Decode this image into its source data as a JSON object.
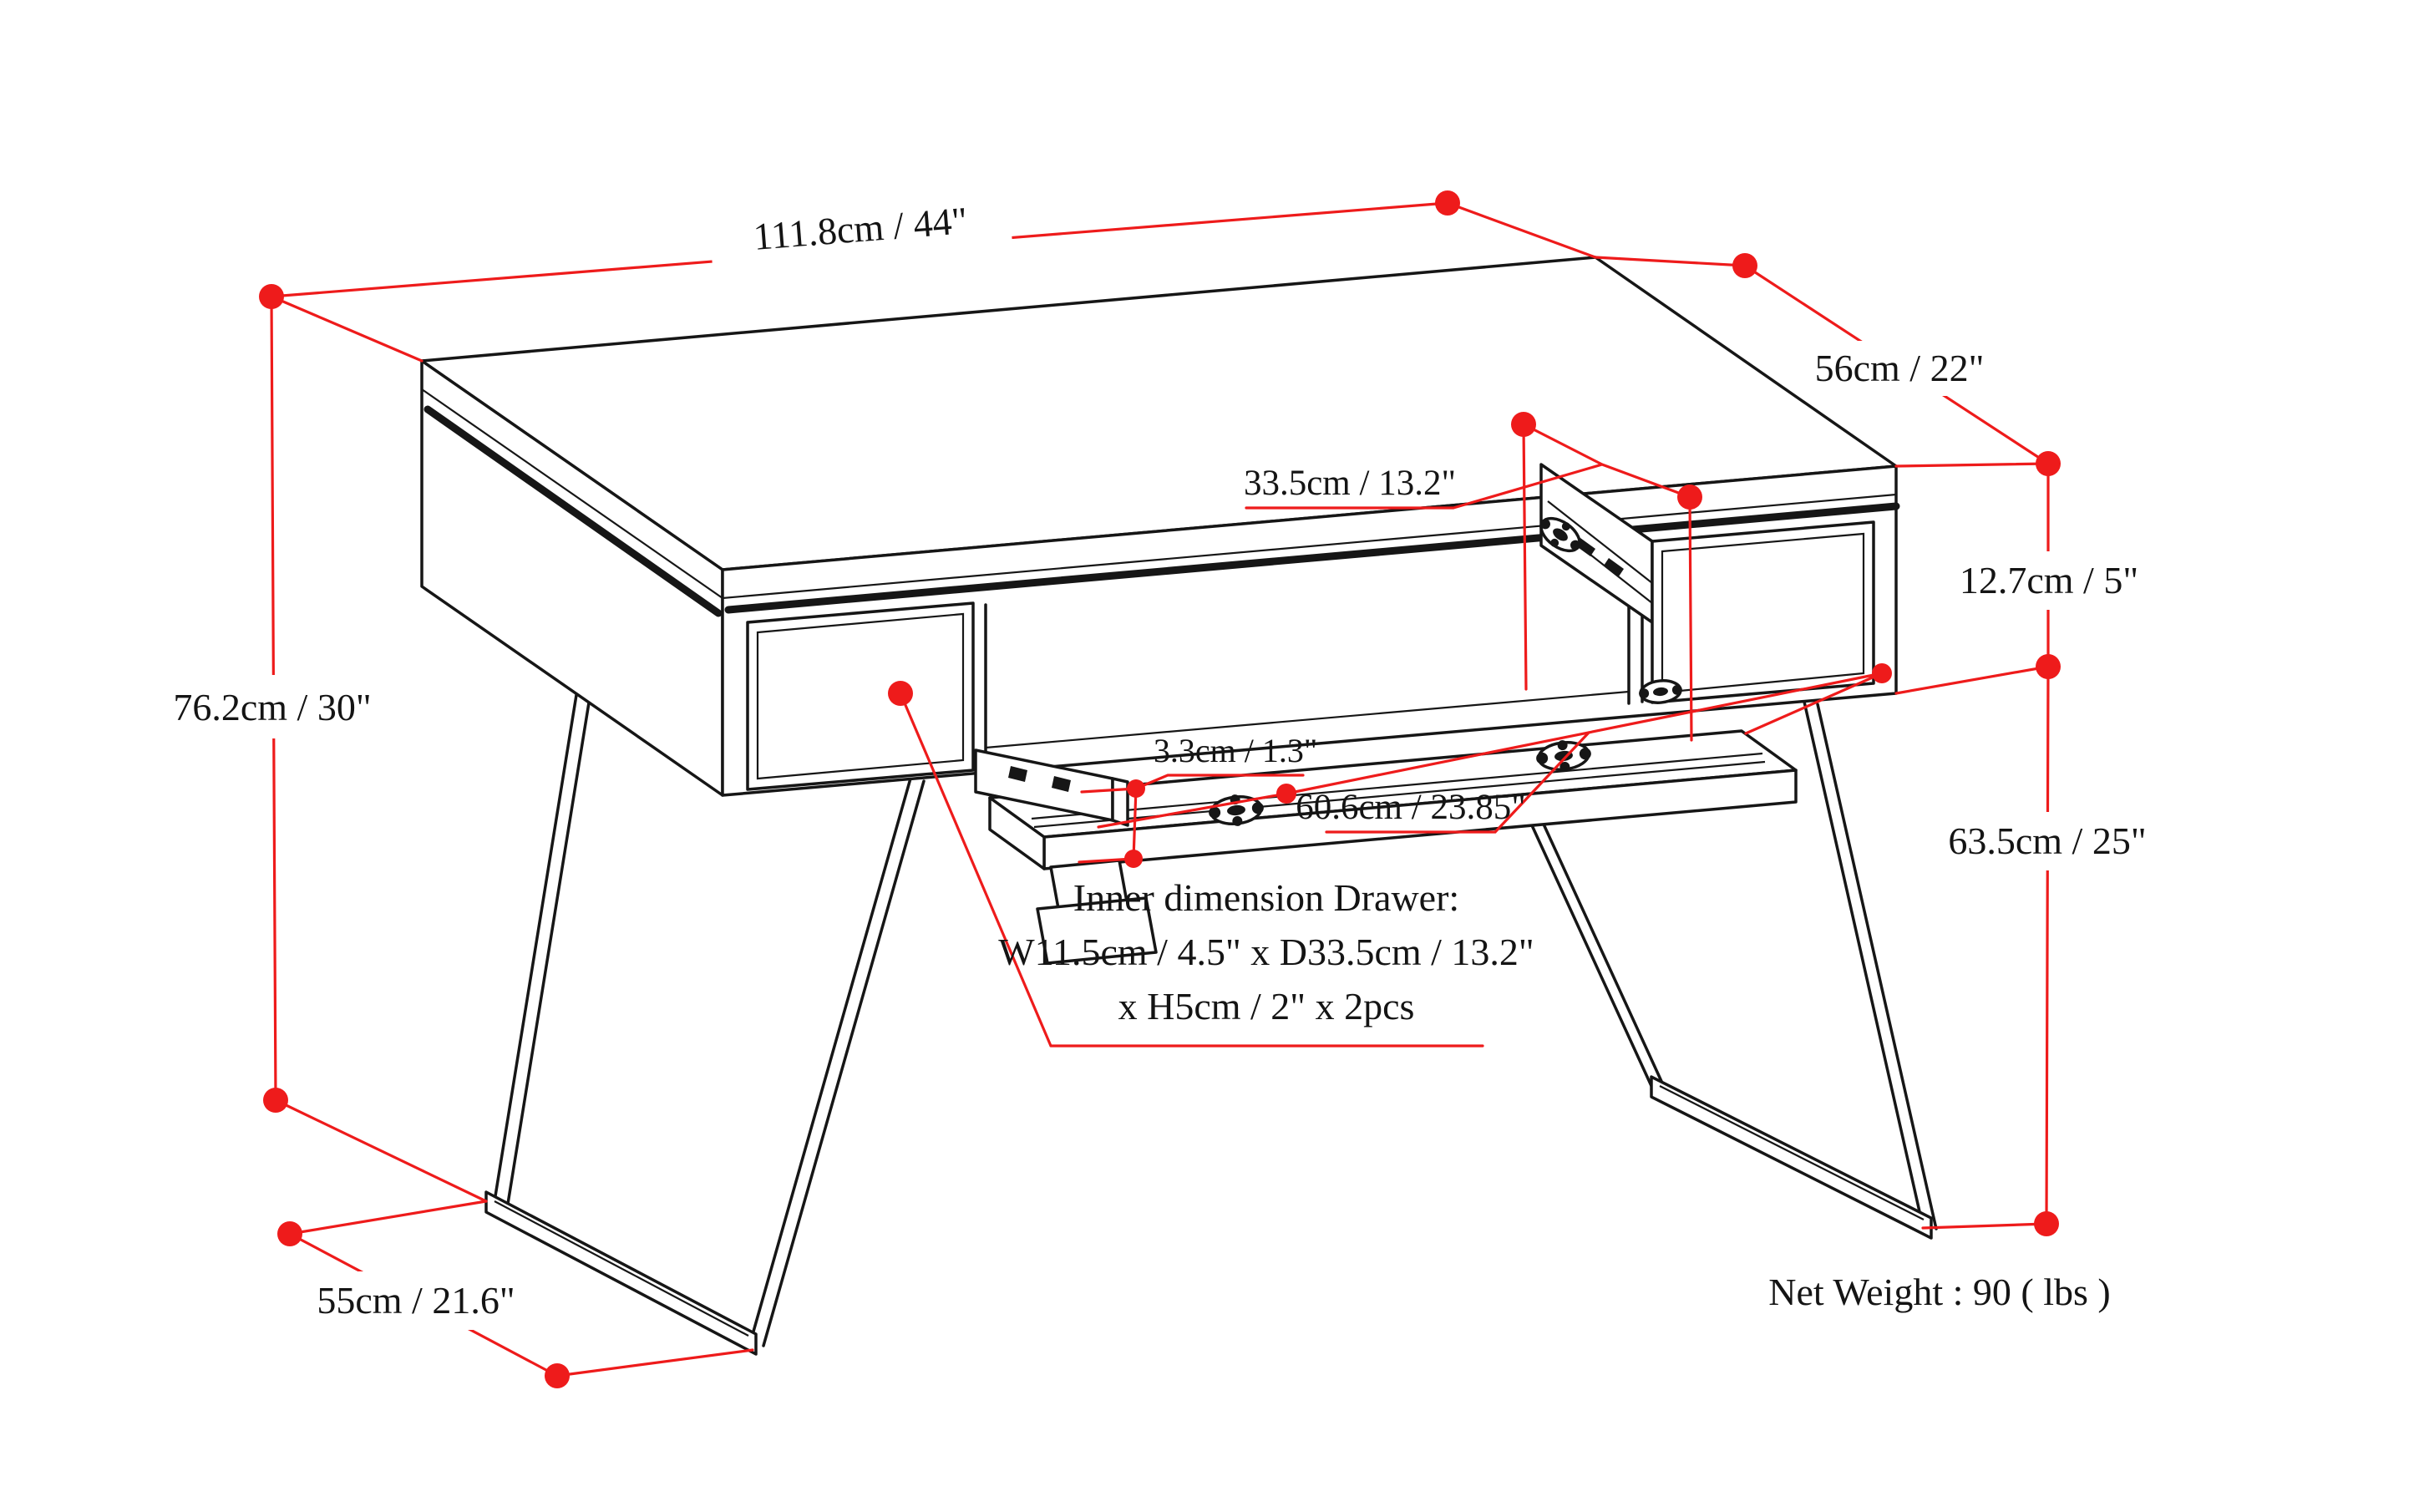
{
  "diagram": {
    "kind": "product-dimension-diagram",
    "subject": "desk with two drawers and keyboard tray",
    "background": "#ffffff",
    "line_color": "#161616",
    "dimension_color": "#ee1b1b"
  },
  "dimensions": {
    "top_width": "111.8cm / 44\"",
    "top_depth": "56cm / 22\"",
    "apron_height": "12.7cm / 5\"",
    "drawer_depth": "33.5cm / 13.2\"",
    "slide_height": "3.3cm / 1.3\"",
    "overall_height": "76.2cm / 30\"",
    "tray_width": "60.6cm / 23.85\"",
    "leg_clearance": "63.5cm / 25\"",
    "leg_base_depth": "55cm / 21.6\""
  },
  "notes": {
    "inner_drawer_line1": "Inner dimension Drawer:",
    "inner_drawer_line2": "W11.5cm / 4.5\" x D33.5cm / 13.2\"",
    "inner_drawer_line3": "x H5cm / 2\" x 2pcs",
    "net_weight": "Net Weight : 90 ( lbs )"
  }
}
